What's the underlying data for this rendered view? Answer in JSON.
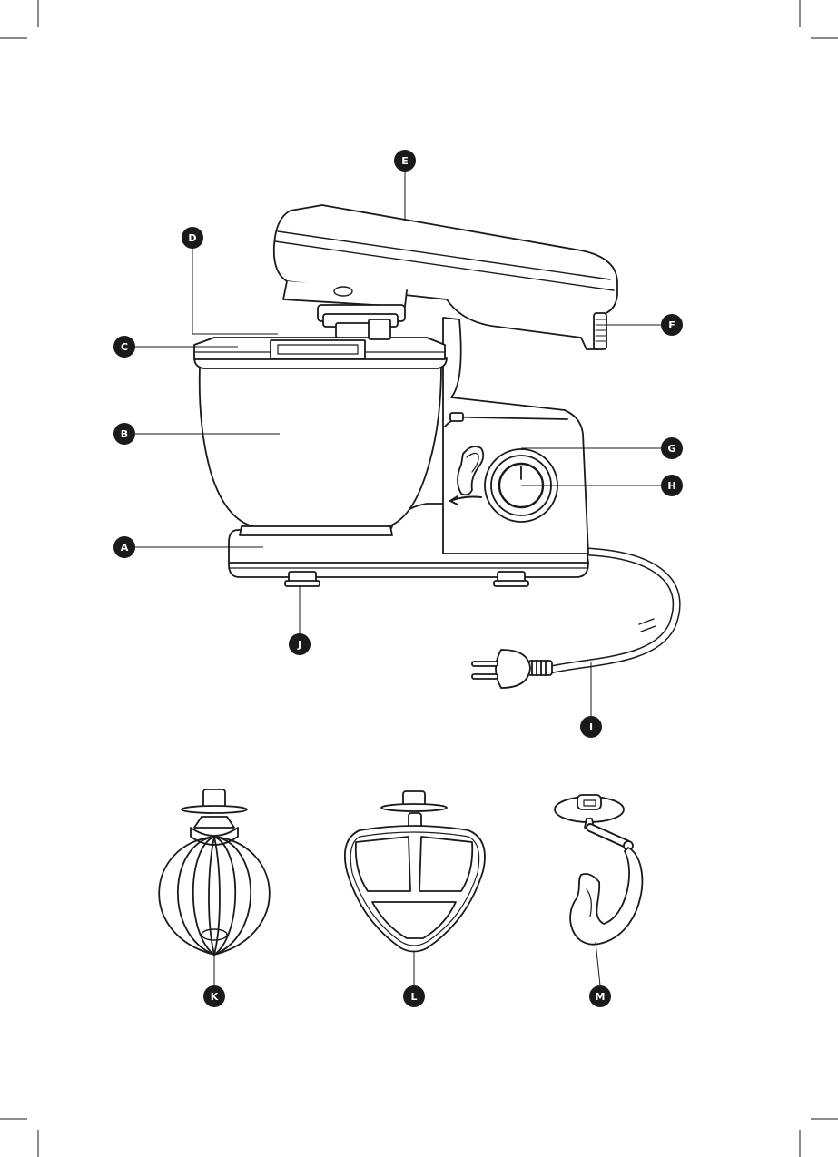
{
  "colors": {
    "ink": "#1a1a1a",
    "badge": "#1a1a1a",
    "badge_text": "#ffffff",
    "background": "#ffffff"
  },
  "callouts": {
    "a": "A",
    "b": "B",
    "c": "C",
    "d": "D",
    "e": "E",
    "f": "F",
    "g": "G",
    "h": "H",
    "i": "I",
    "j": "J",
    "k": "K",
    "l": "L",
    "m": "M"
  }
}
